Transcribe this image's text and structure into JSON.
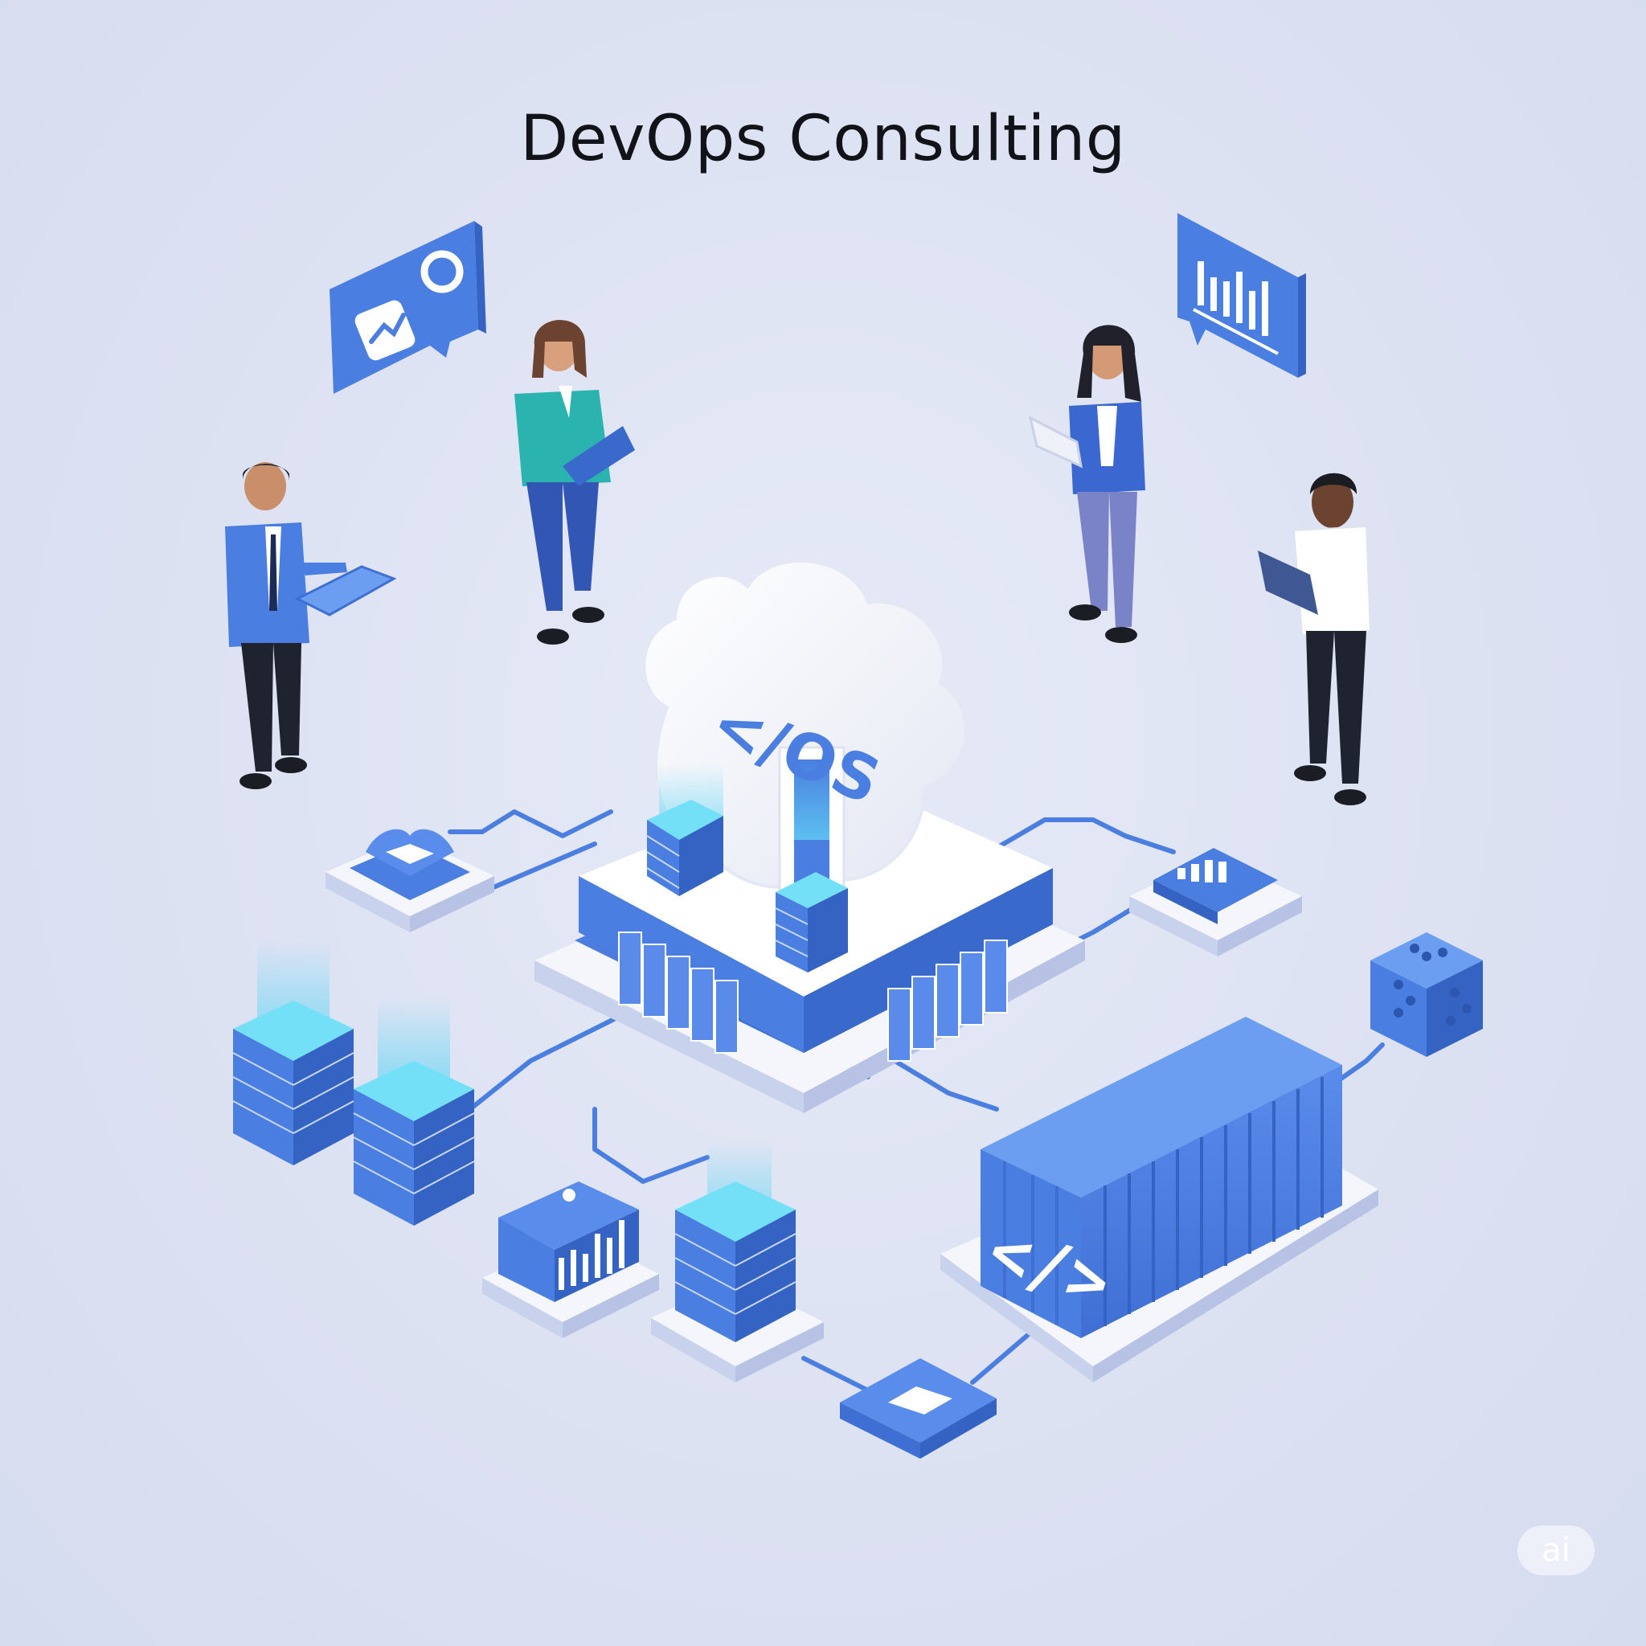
{
  "title": "DevOps Consulting",
  "cloud_label": "</OS",
  "container_label": "</>",
  "badge_label": "ai",
  "colors": {
    "background": "#dde2f3",
    "primary_blue": "#4a7ee0",
    "dark_blue": "#3563c4",
    "light_blue": "#7aa6f0",
    "cyan_glow": "#63d6f5",
    "white": "#f8f9fd",
    "title_text": "#111318"
  },
  "icons": [
    "chat-bubble-trend-icon",
    "chat-bubble-bar-chart-icon",
    "cloud-icon",
    "server-stack-icon",
    "shield-icon",
    "bar-chart-tile-icon",
    "shipping-container-icon",
    "cube-icon",
    "checkmark-tile-icon"
  ]
}
